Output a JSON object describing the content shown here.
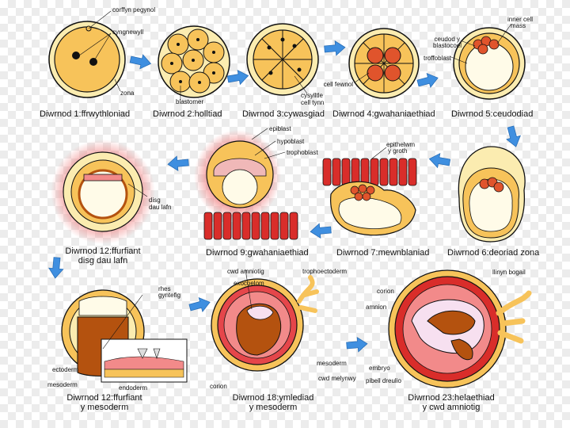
{
  "stages": {
    "s1": {
      "caption": "Diwrnod 1:ffrwythloniad",
      "labels": {
        "pronuclei": "corffyn pegynol",
        "nucleus": "cyngnewyll",
        "zona": "zona"
      }
    },
    "s2": {
      "caption": "Diwrnod 2:holltiad",
      "labels": {
        "blastomere": "blastomer"
      }
    },
    "s3": {
      "caption": "Diwrnod 3:cywasgiad",
      "labels": {
        "junctions1": "cysylltle",
        "junctions2": "cell tynn"
      }
    },
    "s4": {
      "caption": "Diwrnod 4:gwahaniaethiad",
      "labels": {
        "inner_cell": "cell fewnol"
      }
    },
    "s5": {
      "caption": "Diwrnod 5:ceudodiad",
      "labels": {
        "icm1": "inner cell",
        "icm2": "mass",
        "blastocoel1": "ceudod y",
        "blastocoel2": "blastocoel",
        "trophoblast": "troffoblast"
      }
    },
    "s6": {
      "caption": "Diwrnod 6:deoriad zona"
    },
    "s7": {
      "caption": "Diwrnod 7:mewnblaniad",
      "labels": {
        "uterine1": "epithelwm",
        "uterine2": "y groth"
      }
    },
    "s9": {
      "caption": "Diwrnod 9:gwahaniaethiad",
      "labels": {
        "epiblast": "epiblast",
        "hypoblast": "hypoblast",
        "trophoblast": "trophoblast"
      }
    },
    "s12a": {
      "caption1": "Diwrnod 12:ffurfiant",
      "caption2": "disg dau lafn",
      "labels": {
        "disc1": "disg",
        "disc2": "dau lafn"
      }
    },
    "s12b": {
      "caption1": "Diwrnod 12:ffurfiant",
      "caption2": "y mesoderm",
      "labels": {
        "streak1": "rhes",
        "streak2": "gyntefig",
        "ectoderm": "ectoderm",
        "mesoderm": "mesoderm",
        "endoderm": "endoderm"
      }
    },
    "s18": {
      "caption1": "Diwrnod 18:ymlediad",
      "caption2": "y mesoderm",
      "labels": {
        "amniotic": "cwd amniotig",
        "exocoelom": "exocoelom",
        "trophectoderm": "trophoectoderm",
        "mesoderm": "mesoderm",
        "yolk": "cwd melynwy",
        "chorion": "corion"
      }
    },
    "s23": {
      "caption1": "Diwrnod 23:helaethiad",
      "caption2": "y cwd amniotig",
      "labels": {
        "chorion": "corion",
        "umbilical": "llinyn bogail",
        "amnion": "amnion",
        "embryo": "embryo",
        "yolk_stalk": "pibell dreulio"
      }
    }
  },
  "colors": {
    "outline": "#111111",
    "zona": "#fbecb0",
    "cell": "#f7c35a",
    "inner_cell": "#e0542c",
    "blastocoel": "#fffbe8",
    "uterine_red": "#d92d2a",
    "membrane_pink": "#f28a8a",
    "yolk_brown": "#b4520f",
    "arrow_blue": "#3f8fe0"
  },
  "icons": [
    "arrow-right-icon",
    "arrow-left-icon",
    "arrow-down-icon"
  ]
}
